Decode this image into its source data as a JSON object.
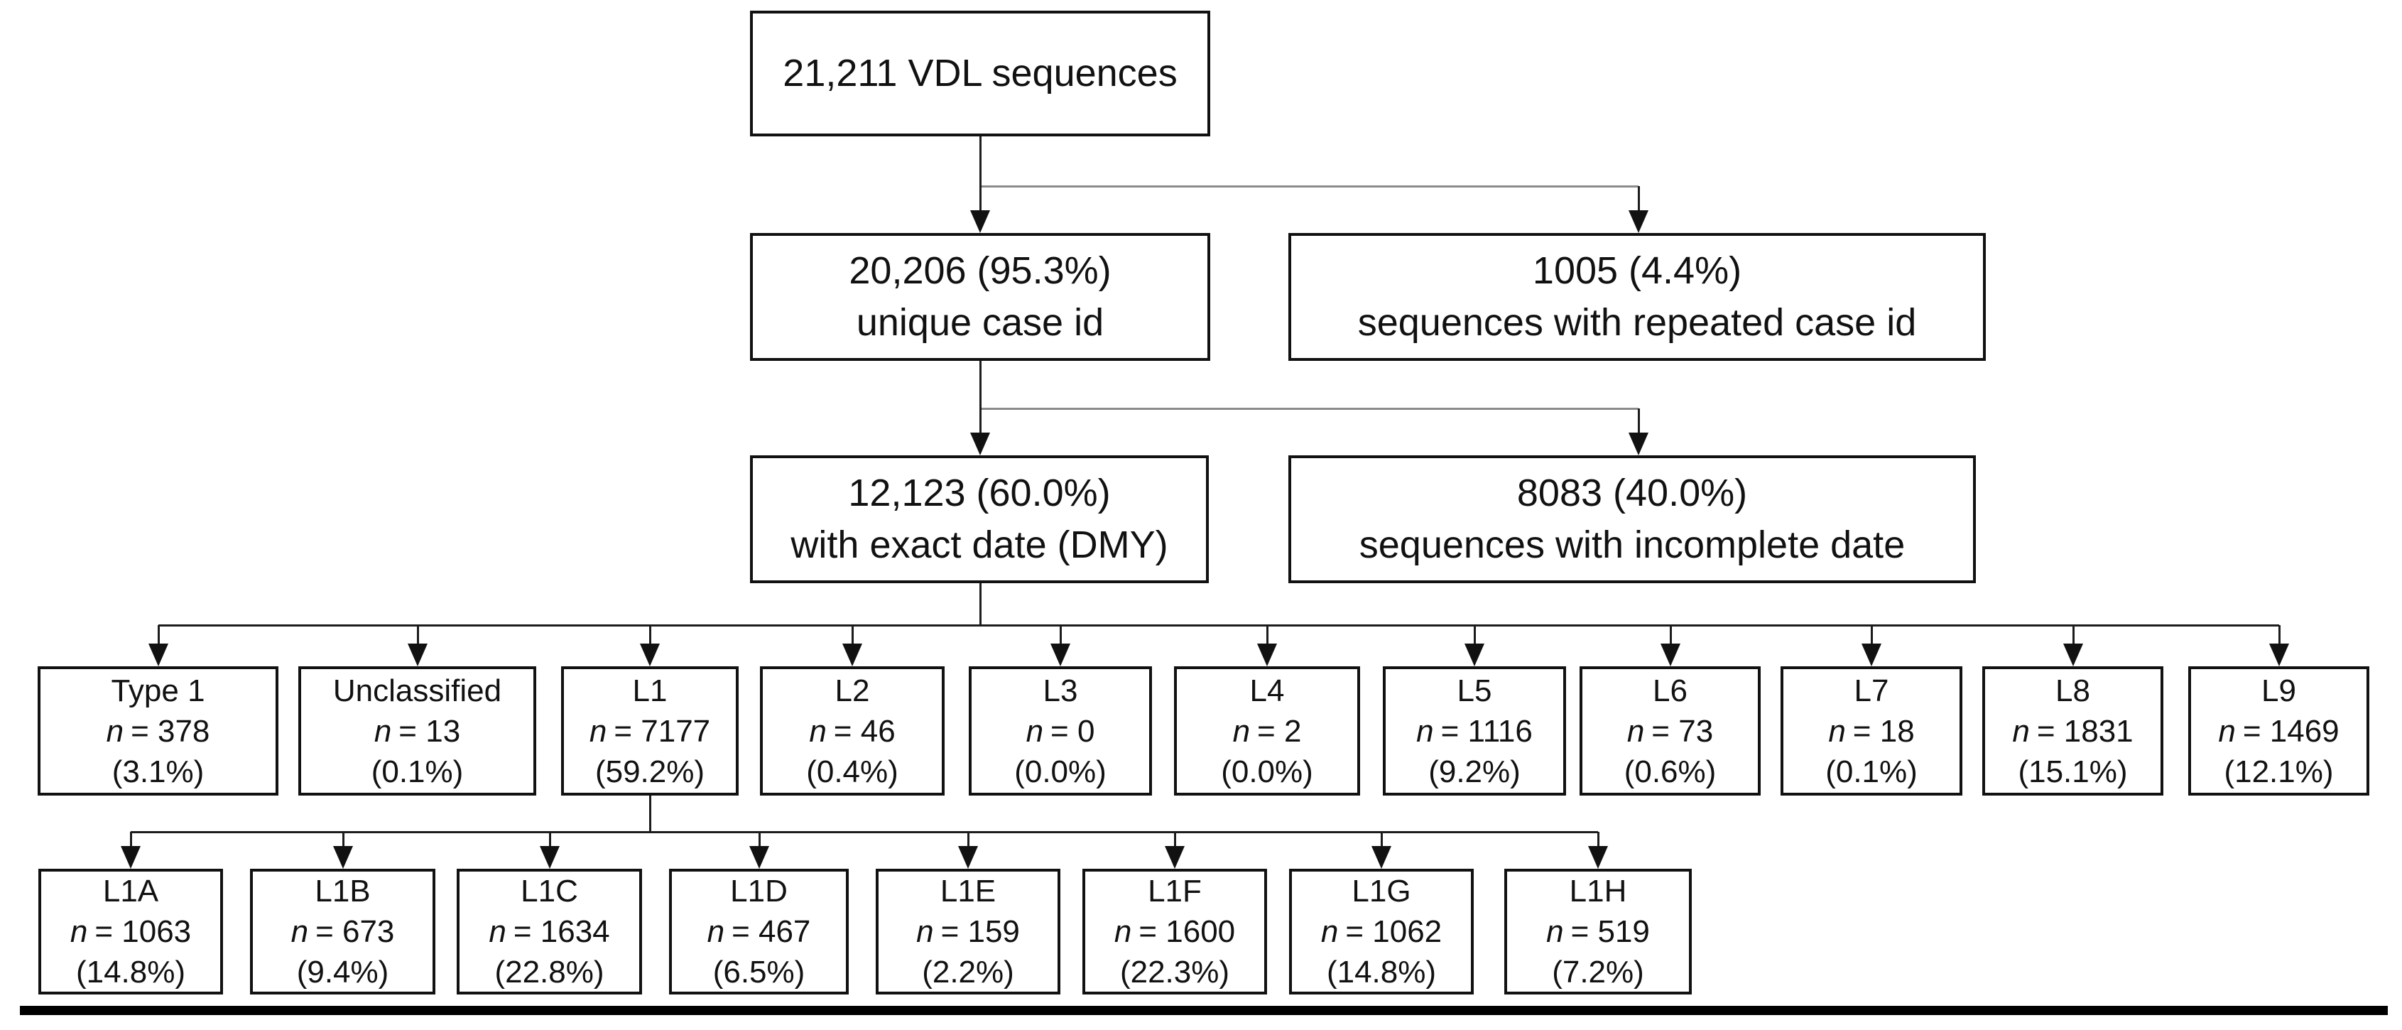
{
  "style": {
    "ink": "#111111",
    "rail_light": "#8a8a8a",
    "rail_dark": "#1c1c1c"
  },
  "flow": {
    "root": {
      "label": "21,211 VDL sequences"
    },
    "level2": {
      "unique": {
        "line1": "20,206 (95.3%)",
        "line2": "unique case id"
      },
      "repeated": {
        "line1": "1005 (4.4%)",
        "line2": "sequences with repeated case id"
      }
    },
    "level3": {
      "exact": {
        "line1": "12,123 (60.0%)",
        "line2": "with exact date (DMY)"
      },
      "incomplete": {
        "line1": "8083 (40.0%)",
        "line2": "sequences with incomplete date"
      }
    },
    "lineages": [
      {
        "label": "Type 1",
        "n": "n",
        "count": "= 378",
        "pct": "(3.1%)"
      },
      {
        "label": "Unclassified",
        "n": "n",
        "count": "= 13",
        "pct": "(0.1%)"
      },
      {
        "label": "L1",
        "n": "n",
        "count": "= 7177",
        "pct": "(59.2%)"
      },
      {
        "label": "L2",
        "n": "n",
        "count": "= 46",
        "pct": "(0.4%)"
      },
      {
        "label": "L3",
        "n": "n",
        "count": "= 0",
        "pct": "(0.0%)"
      },
      {
        "label": "L4",
        "n": "n",
        "count": "= 2",
        "pct": "(0.0%)"
      },
      {
        "label": "L5",
        "n": "n",
        "count": "= 1116",
        "pct": "(9.2%)"
      },
      {
        "label": "L6",
        "n": "n",
        "count": "= 73",
        "pct": "(0.6%)"
      },
      {
        "label": "L7",
        "n": "n",
        "count": "= 18",
        "pct": "(0.1%)"
      },
      {
        "label": "L8",
        "n": "n",
        "count": "= 1831",
        "pct": "(15.1%)"
      },
      {
        "label": "L9",
        "n": "n",
        "count": "= 1469",
        "pct": "(12.1%)"
      }
    ],
    "sublineages": [
      {
        "label": "L1A",
        "n": "n",
        "count": "= 1063",
        "pct": "(14.8%)"
      },
      {
        "label": "L1B",
        "n": "n",
        "count": "= 673",
        "pct": "(9.4%)"
      },
      {
        "label": "L1C",
        "n": "n",
        "count": "= 1634",
        "pct": "(22.8%)"
      },
      {
        "label": "L1D",
        "n": "n",
        "count": "= 467",
        "pct": "(6.5%)"
      },
      {
        "label": "L1E",
        "n": "n",
        "count": "= 159",
        "pct": "(2.2%)"
      },
      {
        "label": "L1F",
        "n": "n",
        "count": "= 1600",
        "pct": "(22.3%)"
      },
      {
        "label": "L1G",
        "n": "n",
        "count": "= 1062",
        "pct": "(14.8%)"
      },
      {
        "label": "L1H",
        "n": "n",
        "count": "= 519",
        "pct": "(7.2%)"
      }
    ]
  }
}
